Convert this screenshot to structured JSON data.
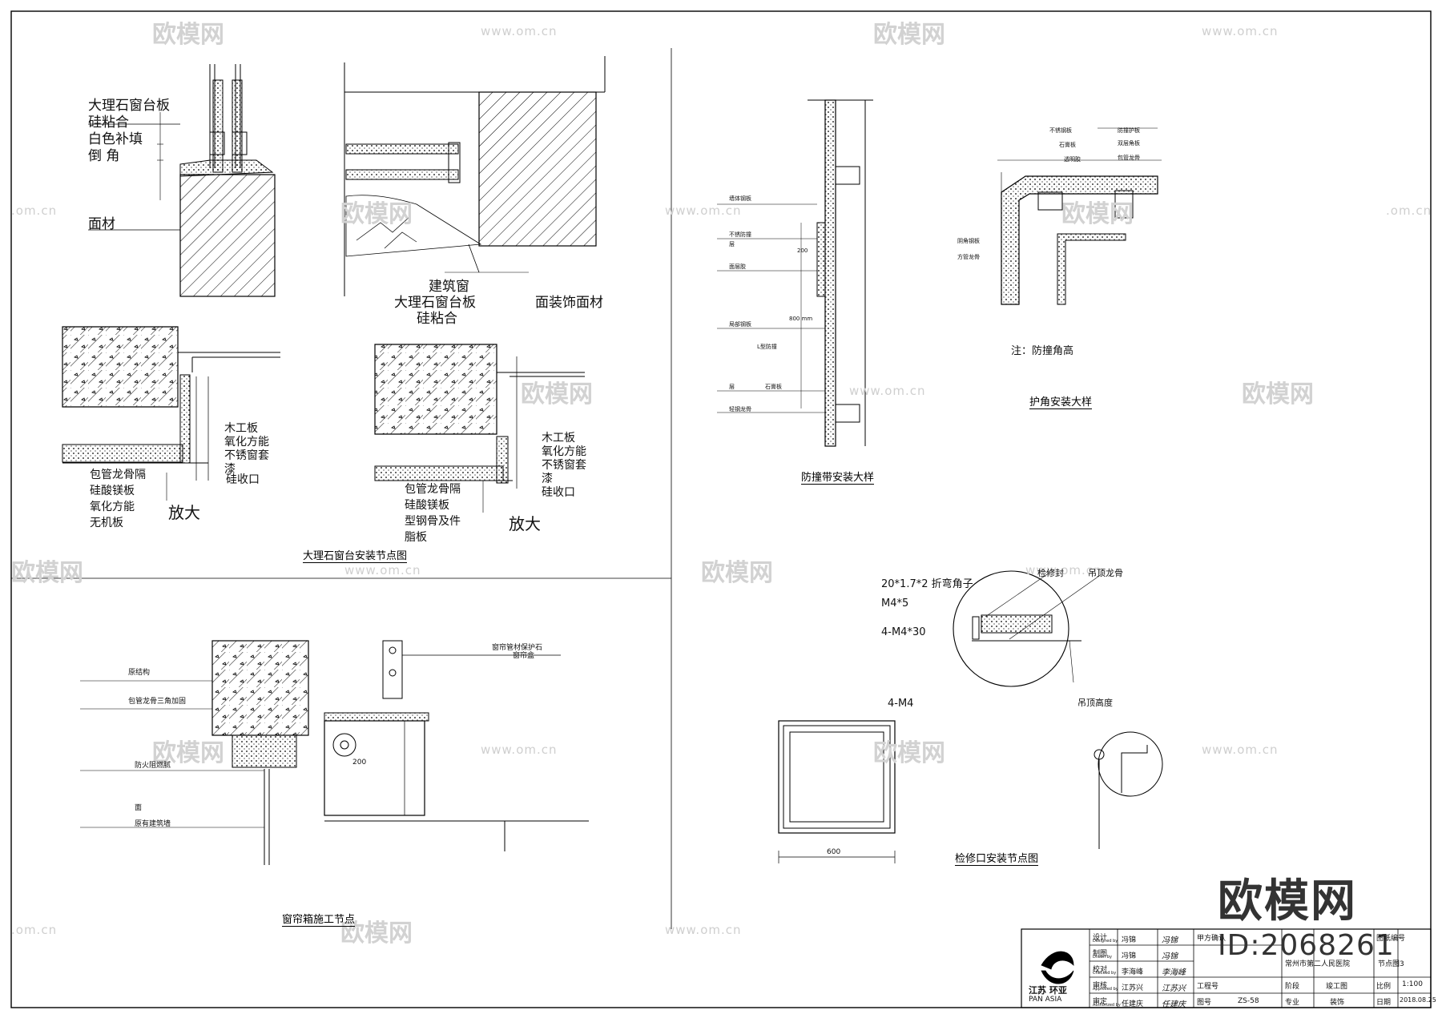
{
  "watermark": {
    "brand": "欧模网",
    "url": "www.om.cn",
    "url_short": ".om.cn",
    "id": "ID:2068261"
  },
  "views": {
    "windowsill": {
      "top_left_labels": [
        "大理石窗台板",
        "硅粘合",
        "白色补填",
        "倒      角",
        "面材"
      ],
      "top_right_labels": [
        "建筑窗",
        "大理石窗台板",
        "硅粘合",
        "面装饰面材"
      ],
      "bottom_left_labels": [
        "木工板",
        "氧化方能",
        "不锈窗套",
        "漆",
        "硅收口",
        "包管龙骨隔",
        "硅酸镁板",
        "氧化方能",
        "无机板"
      ],
      "bottom_right_labels": [
        "木工板",
        "氧化方能",
        "不锈窗套",
        "漆",
        "硅收口",
        "包管龙骨隔",
        "硅酸镁板",
        "型钢骨及件",
        "脂板"
      ],
      "enlarge": "放大",
      "title": "大理石窗台安装节点图"
    },
    "bumper": {
      "labels": [
        "墙体钢板",
        "不锈防撞",
        "层",
        "面层胶",
        "局部钢板",
        "L型防撞",
        "层",
        "石膏板",
        "轻钢龙骨"
      ],
      "dims": [
        "800 mm",
        "200"
      ],
      "title": "防撞带安装大样"
    },
    "corner": {
      "labels": [
        "不锈钢板",
        "石膏板",
        "透明胶",
        "阴角钢板",
        "方管龙骨",
        "防撞护板",
        "双层角板",
        "包管龙骨"
      ],
      "note": "注：防撞角高",
      "title": "护角安装大样"
    },
    "curtain": {
      "labels": [
        "原结构",
        "包管龙骨三角加固",
        "防火阻燃腻",
        "面",
        "原有建筑墙",
        "窗帘管材保护石",
        "窗帘盒"
      ],
      "dim": "200",
      "title": "窗帘箱施工节点"
    },
    "access": {
      "labels": [
        "20*1.7*2 折弯角子",
        "M4*5",
        "4-M4*30",
        "检修封",
        "吊顶龙骨",
        "吊顶高度",
        "4-M4"
      ],
      "dim": "600",
      "title": "检修口安装节点图"
    }
  },
  "title_block": {
    "company": "江苏 环亚",
    "company_en": "PAN ASIA",
    "role_labels": [
      "设计",
      "制图",
      "校对",
      "审核",
      "审定"
    ],
    "role_sublabels": [
      "Designed by",
      "Drawn by",
      "Checked by",
      "Approved by",
      "Authorized by"
    ],
    "people": [
      "冯锦",
      "冯锦",
      "李海峰",
      "江苏兴",
      "任建庆"
    ],
    "signatures": [
      "冯锦",
      "冯锦",
      "李海峰",
      "江苏兴",
      "任建庆"
    ],
    "client_label": "甲方确认",
    "project": "常州市第二人民医院",
    "sheet_no": "ZS-58",
    "stage_label": "阶段",
    "stage_value": "竣工图",
    "major_label": "专业",
    "major_value": "装饰",
    "scale_label": "比例",
    "scale_value": "1:100",
    "date_label": "日期",
    "date_value": "2018.08.25",
    "drawing_label": "图纸编号",
    "drawing_value": "节点图3",
    "job_label": "工程号",
    "pic_label": "图号"
  }
}
